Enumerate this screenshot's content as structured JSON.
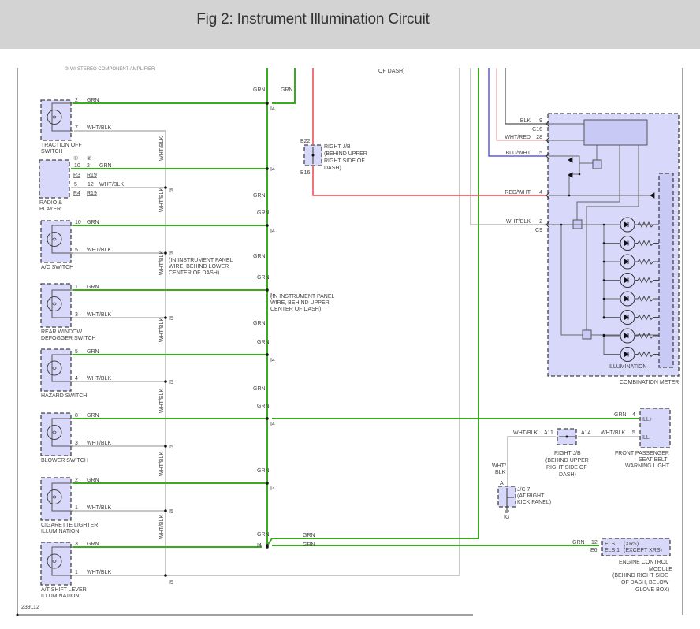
{
  "header": {
    "title": "Fig 2: Instrument Illumination Circuit"
  },
  "colors": {
    "grn": "#3aaa1e",
    "wht_blk": "#c8c8c8",
    "red_wht": "#e8484a",
    "wht_red": "#f0b4b4",
    "blu_wht": "#5b5be6",
    "blk": "#555555",
    "component_fill": "#d8d8fb",
    "header_bg": "#d3d3d3"
  },
  "top_note": "② W/ STEREO COMPONENT AMPLIFIER",
  "top_note2": "OF DASH)",
  "figure_id": "239112",
  "switches": [
    {
      "name": "TRACTION OFF",
      "name2": "SWITCH",
      "grn_pin": "2",
      "grn_label": "GRN",
      "wb_pin": "7",
      "wb_label": "WHT/BLK"
    },
    {
      "name": "A/C SWITCH",
      "name2": "",
      "grn_pin": "10",
      "grn_label": "GRN",
      "wb_pin": "5",
      "wb_label": "WHT/BLK"
    },
    {
      "name": "REAR WINDOW",
      "name2": "DEFOGGER SWITCH",
      "grn_pin": "1",
      "grn_label": "GRN",
      "wb_pin": "3",
      "wb_label": "WHT/BLK"
    },
    {
      "name": "HAZARD SWITCH",
      "name2": "",
      "grn_pin": "5",
      "grn_label": "GRN",
      "wb_pin": "4",
      "wb_label": "WHT/BLK"
    },
    {
      "name": "BLOWER SWITCH",
      "name2": "",
      "grn_pin": "8",
      "grn_label": "GRN",
      "wb_pin": "3",
      "wb_label": "WHT/BLK"
    },
    {
      "name": "CIGARETTE LIGHTER",
      "name2": "ILLUMINATION",
      "grn_pin": "2",
      "grn_label": "GRN",
      "wb_pin": "1",
      "wb_label": "WHT/BLK"
    },
    {
      "name": "A/T SHIFT LEVER",
      "name2": "ILLUMINATION",
      "grn_pin": "3",
      "grn_label": "GRN",
      "wb_pin": "1",
      "wb_label": "WHT/BLK"
    }
  ],
  "radio": {
    "name": "RADIO &",
    "name2": "PLAYER",
    "variant1": "①",
    "variant2": "②",
    "grn_pin1": "10",
    "grn_pin2": "2",
    "grn_label": "GRN",
    "grn_conn1": "R3",
    "grn_conn2": "R19",
    "wb_pin1": "5",
    "wb_pin2": "12",
    "wb_label": "WHT/BLK",
    "wb_conn1": "R4",
    "wb_conn2": "R19"
  },
  "splices": {
    "i4": "I4",
    "i5": "I5",
    "i5_note": [
      "(IN INSTRUMENT PANEL",
      "WIRE, BEHIND LOWER",
      "CENTER OF DASH)"
    ],
    "i4_note": [
      "(IN INSTRUMENT PANEL",
      "WIRE, BEHIND UPPER",
      "CENTER OF DASH)"
    ]
  },
  "wire_labels": {
    "grn": "GRN",
    "wht_blk": "WHT/BLK",
    "vertical_wht_blk": "WHT/BLK"
  },
  "right_jb_top": {
    "pin_top": "B22",
    "pin_bottom": "B16",
    "lines": [
      "RIGHT J/B",
      "(BEHIND UPPER",
      "RIGHT SIDE OF",
      "DASH)"
    ]
  },
  "combination_meter": {
    "name": "COMBINATION METER",
    "illumination_label": "ILLUMINATION",
    "pins": [
      {
        "wire": "BLK",
        "pin": "9",
        "connector": "C16"
      },
      {
        "wire": "WHT/RED",
        "pin": "28",
        "connector": ""
      },
      {
        "wire": "BLU/WHT",
        "pin": "5",
        "connector": ""
      },
      {
        "wire": "RED/WHT",
        "pin": "4",
        "connector": ""
      },
      {
        "wire": "WHT/BLK",
        "pin": "2",
        "connector": "C9"
      }
    ],
    "lamp_count": 8
  },
  "seat_belt_light": {
    "lines": [
      "FRONT PASSENGER",
      "SEAT BELT",
      "WARNING LIGHT"
    ],
    "pin_pos": "4",
    "label_pos": "ILL+",
    "wire_pos": "GRN",
    "pin_neg": "5",
    "label_neg": "ILL-",
    "wire_neg": "WHT/BLK"
  },
  "right_jb_lower": {
    "pin_left": "A11",
    "pin_right": "A14",
    "wire_left": "WHT/BLK",
    "lines": [
      "RIGHT J/B",
      "(BEHIND UPPER",
      "RIGHT SIDE OF",
      "DASH)"
    ]
  },
  "jc7": {
    "pin": "A",
    "wire1": "WHT/",
    "wire2": "BLK",
    "lines": [
      "J/C 7",
      "(AT RIGHT",
      "KICK PANEL)"
    ],
    "ground": "IG"
  },
  "ecm": {
    "pin": "12",
    "connector": "E6",
    "wire": "GRN",
    "terminal1": "ELS",
    "variant1": "(XRS)",
    "terminal2": "ELS 1",
    "variant2": "(EXCEPT XRS)",
    "lines": [
      "ENGINE CONTROL",
      "MODULE",
      "(BEHIND RIGHT SIDE",
      "OF DASH, BELOW",
      "GLOVE BOX)"
    ]
  }
}
